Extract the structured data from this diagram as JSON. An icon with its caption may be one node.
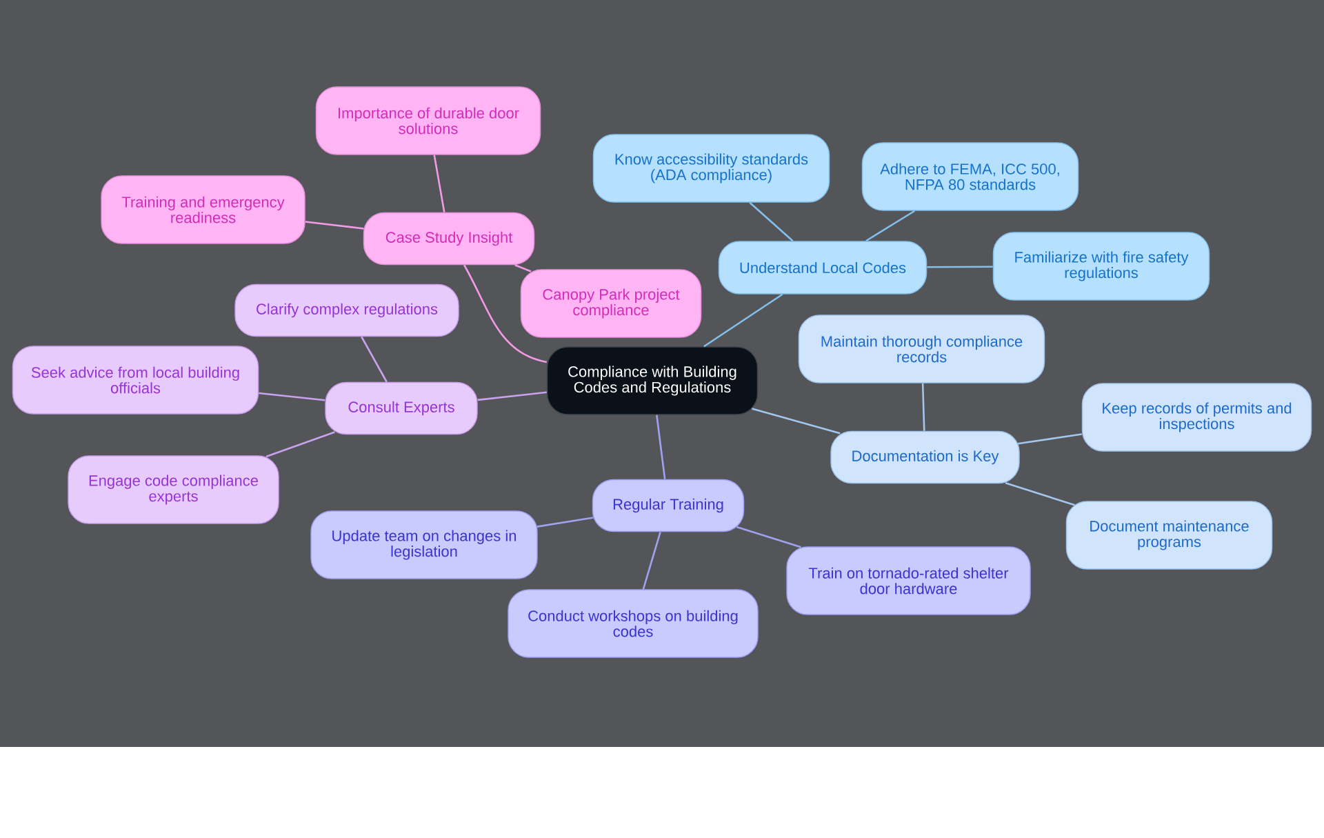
{
  "diagram": {
    "nodes": [
      {
        "text": [
          "Compliance with Building Codes and Regulations"
        ]
      },
      {
        "text": [
          "Case Study Insight"
        ]
      },
      {
        "text": [
          "Importance of durable door solutions"
        ]
      },
      {
        "text": [
          "Training and emergency readiness"
        ]
      },
      {
        "text": [
          "Canopy Park project compliance"
        ]
      },
      {
        "text": [
          "Consult Experts"
        ]
      },
      {
        "text": [
          "Clarify complex regulations"
        ]
      },
      {
        "text": [
          "Seek advice from local building officials"
        ]
      },
      {
        "text": [
          "Engage code compliance experts"
        ]
      },
      {
        "text": [
          "Regular Training"
        ]
      },
      {
        "text": [
          "Update team on changes in legislation"
        ]
      },
      {
        "text": [
          "Conduct workshops on building codes"
        ]
      },
      {
        "text": [
          "Train on tornado-rated shelter door hardware"
        ]
      },
      {
        "text": [
          "Understand Local Codes"
        ]
      },
      {
        "text": [
          "Know accessibility standards (ADA compliance)"
        ]
      },
      {
        "text": [
          "Adhere to FEMA, ICC 500, NFPA 80 standards"
        ]
      },
      {
        "text": [
          "Familiarize with fire safety regulations"
        ]
      },
      {
        "text": [
          "Documentation is Key"
        ]
      },
      {
        "text": [
          "Maintain thorough compliance records"
        ]
      },
      {
        "text": [
          "Keep records of permits and inspections"
        ]
      },
      {
        "text": [
          "Document maintenance programs"
        ]
      }
    ],
    "edges": [
      {
        "from": 0,
        "to": 1,
        "arrow": "none",
        "color": "#f19be6"
      },
      {
        "from": 1,
        "to": 2,
        "arrow": "none",
        "color": "#f19be6"
      },
      {
        "from": 1,
        "to": 3,
        "arrow": "none",
        "color": "#f19be6"
      },
      {
        "from": 1,
        "to": 4,
        "arrow": "none",
        "color": "#f19be6"
      },
      {
        "from": 0,
        "to": 5,
        "arrow": "none",
        "color": "#c9a2ee"
      },
      {
        "from": 5,
        "to": 6,
        "arrow": "none",
        "color": "#c9a2ee"
      },
      {
        "from": 5,
        "to": 7,
        "arrow": "none",
        "color": "#c9a2ee"
      },
      {
        "from": 5,
        "to": 8,
        "arrow": "none",
        "color": "#c9a2ee"
      },
      {
        "from": 0,
        "to": 9,
        "arrow": "none",
        "color": "#a0a2f0"
      },
      {
        "from": 9,
        "to": 10,
        "arrow": "none",
        "color": "#a0a2f0"
      },
      {
        "from": 9,
        "to": 11,
        "arrow": "none",
        "color": "#a0a2f0"
      },
      {
        "from": 9,
        "to": 12,
        "arrow": "none",
        "color": "#a0a2f0"
      },
      {
        "from": 0,
        "to": 13,
        "arrow": "none",
        "color": "#84c0ec"
      },
      {
        "from": 13,
        "to": 14,
        "arrow": "none",
        "color": "#84c0ec"
      },
      {
        "from": 13,
        "to": 15,
        "arrow": "none",
        "color": "#84c0ec"
      },
      {
        "from": 13,
        "to": 16,
        "arrow": "none",
        "color": "#84c0ec"
      },
      {
        "from": 0,
        "to": 17,
        "arrow": "none",
        "color": "#a3c6ec"
      },
      {
        "from": 17,
        "to": 18,
        "arrow": "none",
        "color": "#a3c6ec"
      },
      {
        "from": 17,
        "to": 19,
        "arrow": "none",
        "color": "#a3c6ec"
      },
      {
        "from": 17,
        "to": 20,
        "arrow": "none",
        "color": "#a3c6ec"
      }
    ]
  }
}
